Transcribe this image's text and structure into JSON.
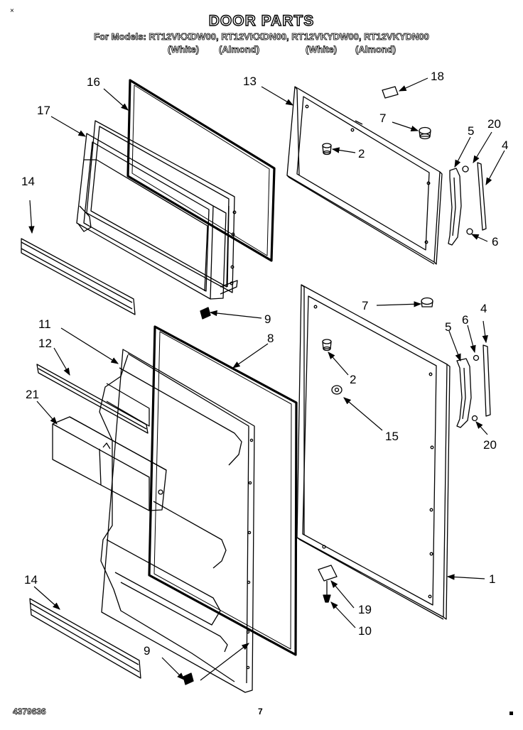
{
  "header": {
    "title": "DOOR PARTS",
    "models_line": "For Models: RT12VKXDW00, RT12VKXDN00, RT12VKYDW00, RT12VKYDN00",
    "colors": [
      "(White)",
      "(Almond)",
      "(White)",
      "(Almond)"
    ]
  },
  "corner_mark": "×",
  "footer": {
    "part_code": "4379636",
    "page_number": "7"
  },
  "callouts": {
    "c16": "16",
    "c17": "17",
    "c14a": "14",
    "c13": "13",
    "c18": "18",
    "c7a": "7",
    "c2a": "2",
    "c5a": "5",
    "c20a": "20",
    "c4a": "4",
    "c6a": "6",
    "c9a": "9",
    "c11": "11",
    "c8": "8",
    "c12": "12",
    "c21": "21",
    "c7b": "7",
    "c5b": "5",
    "c6b": "6",
    "c4b": "4",
    "c2b": "2",
    "c15": "15",
    "c20b": "20",
    "c1": "1",
    "c14b": "14",
    "c19": "19",
    "c10": "10",
    "c9b": "9"
  }
}
